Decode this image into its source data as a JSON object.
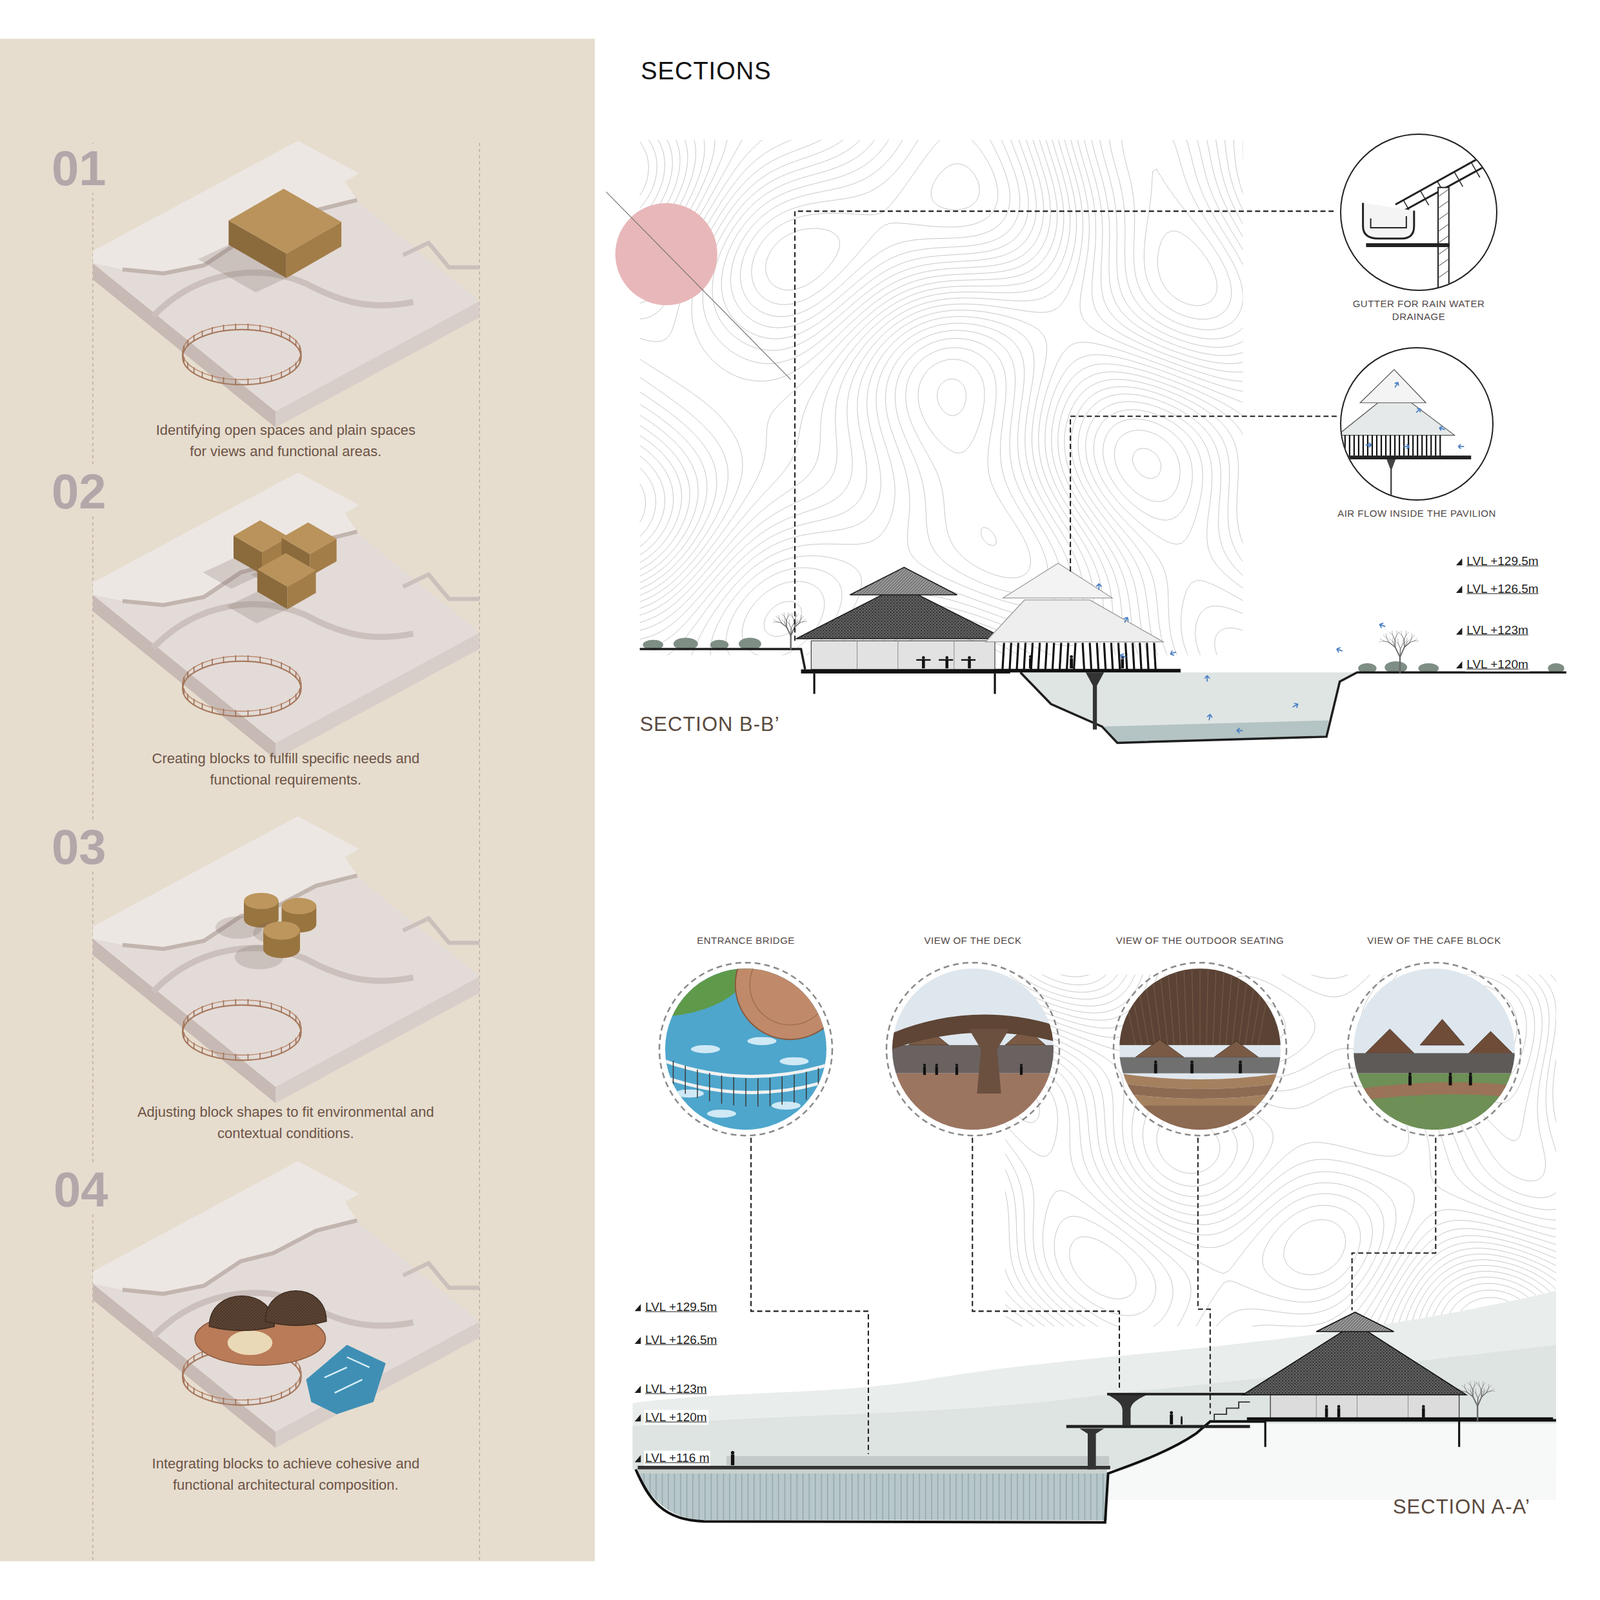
{
  "diagram": {
    "title": "SECTIONS",
    "nodes": [
      {
        "text": [
          "GUTTER FOR RAIN WATER DRAINAGE"
        ]
      },
      {
        "text": [
          "AIR FLOW INSIDE THE PAVILION"
        ]
      },
      {
        "text": [
          "ENTRANCE BRIDGE"
        ]
      },
      {
        "text": [
          "VIEW OF THE DECK"
        ]
      },
      {
        "text": [
          "VIEW OF THE OUTDOOR SEATING"
        ]
      },
      {
        "text": [
          "VIEW OF THE CAFE BLOCK"
        ]
      }
    ],
    "labels": [
      "01",
      "Identifying open spaces and plain spaces for views and functional areas.",
      "02",
      "Creating blocks to fulfill specific needs and functional requirements.",
      "03",
      "Adjusting block shapes to fit environmental and contextual conditions.",
      "04",
      "Integrating blocks to achieve cohesive and functional architectural composition.",
      "LVL +129.5m",
      "LVL +126.5m",
      "LVL +123m",
      "LVL +120m",
      "SECTION B-B’",
      "LVL +129.5m",
      "LVL +126.5m",
      "LVL +123m",
      "LVL +120m",
      "LVL +116 m",
      "SECTION A-A’"
    ]
  }
}
